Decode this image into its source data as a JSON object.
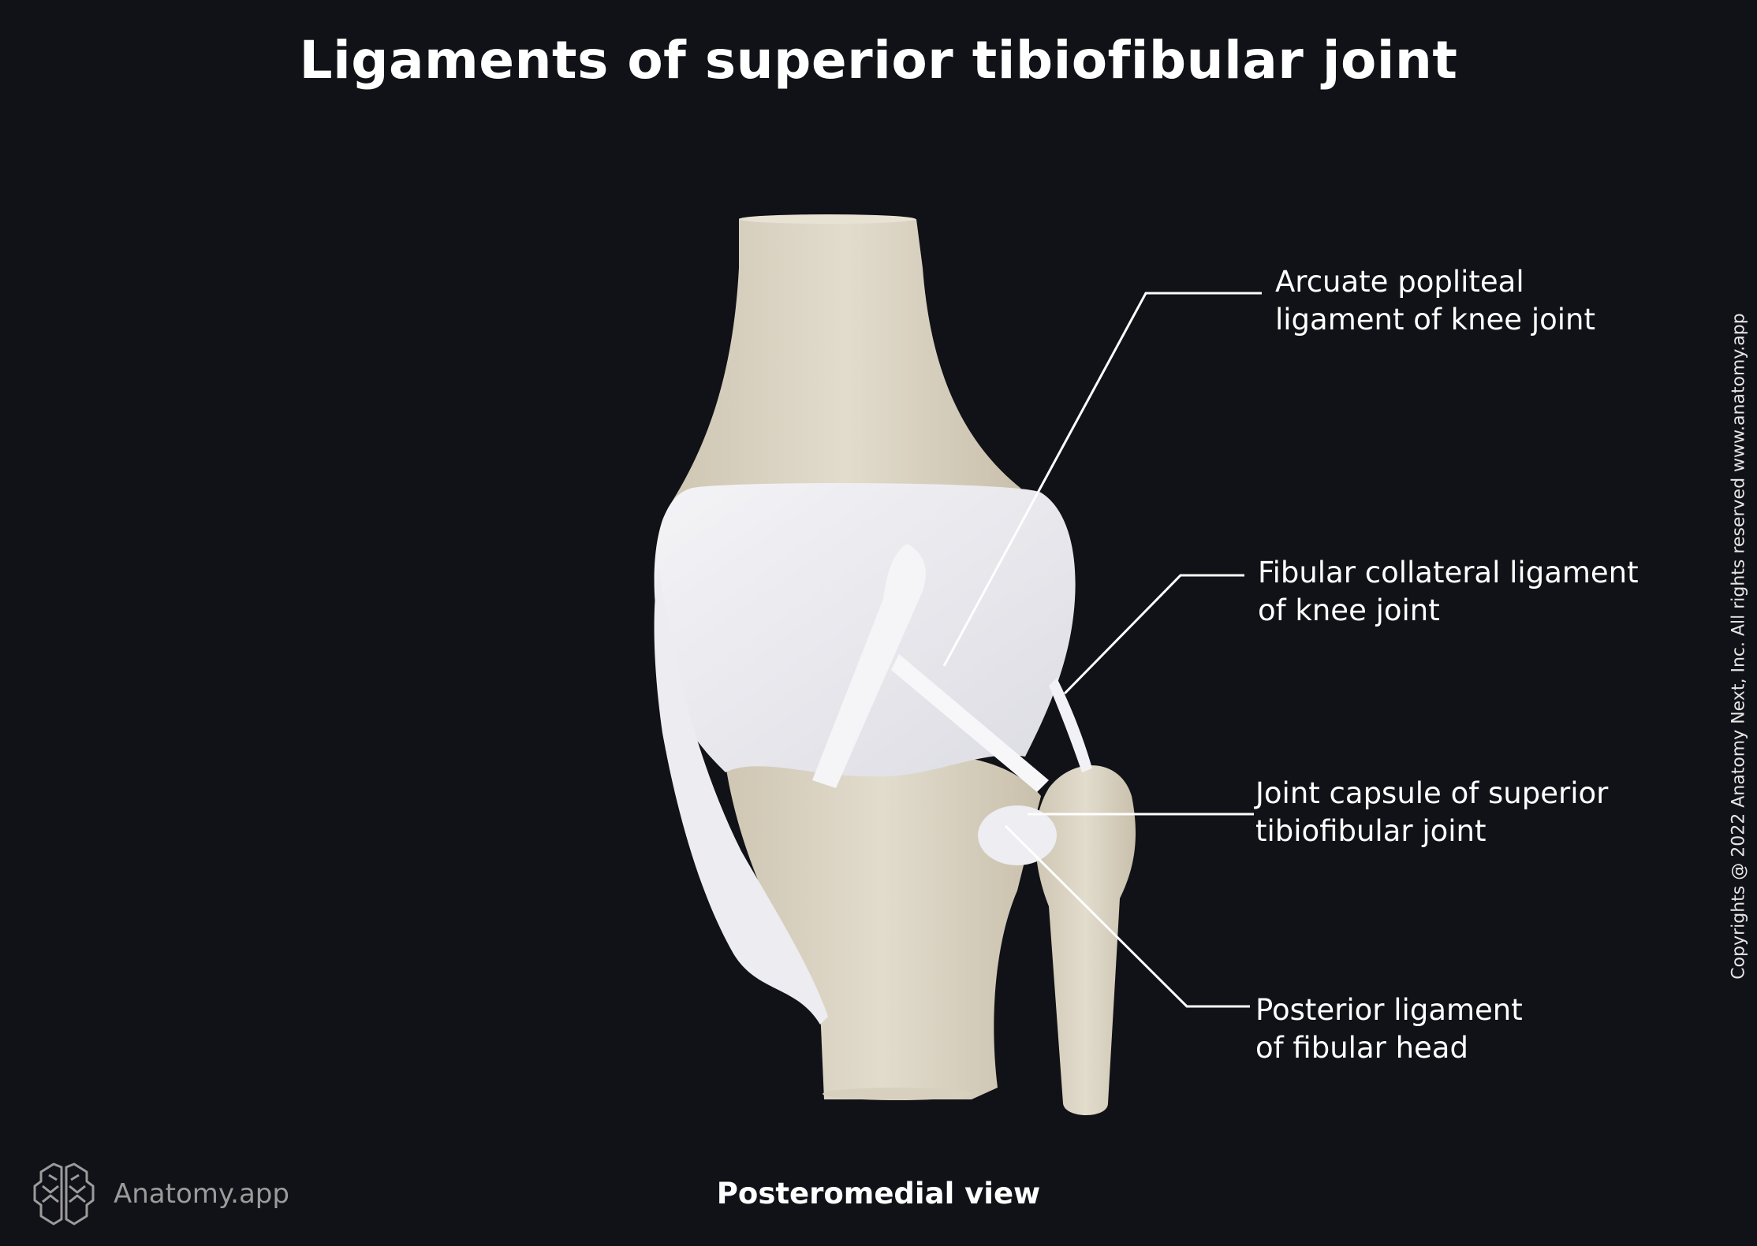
{
  "title": "Ligaments of superior tibiofibular joint",
  "labels": [
    {
      "line1": "Arcuate popliteal",
      "line2": "ligament of knee joint"
    },
    {
      "line1": "Fibular collateral ligament",
      "line2": "of knee joint"
    },
    {
      "line1": "Joint capsule of superior",
      "line2": "tibiofibular joint"
    },
    {
      "line1": "Posterior ligament",
      "line2": "of fibular head"
    }
  ],
  "view_caption": "Posteromedial view",
  "copyright": "Copyrights @ 2022 Anatomy Next, Inc. All rights reserved www.anatomy.app",
  "brand": {
    "name": "Anatomy.app",
    "icon": "brain-logo-icon"
  },
  "colors": {
    "background": "#111217",
    "bone": "#d9d1c0",
    "ligament": "#eeeef2",
    "leader": "#ffffff",
    "brand_gray": "#9b9b9b"
  }
}
